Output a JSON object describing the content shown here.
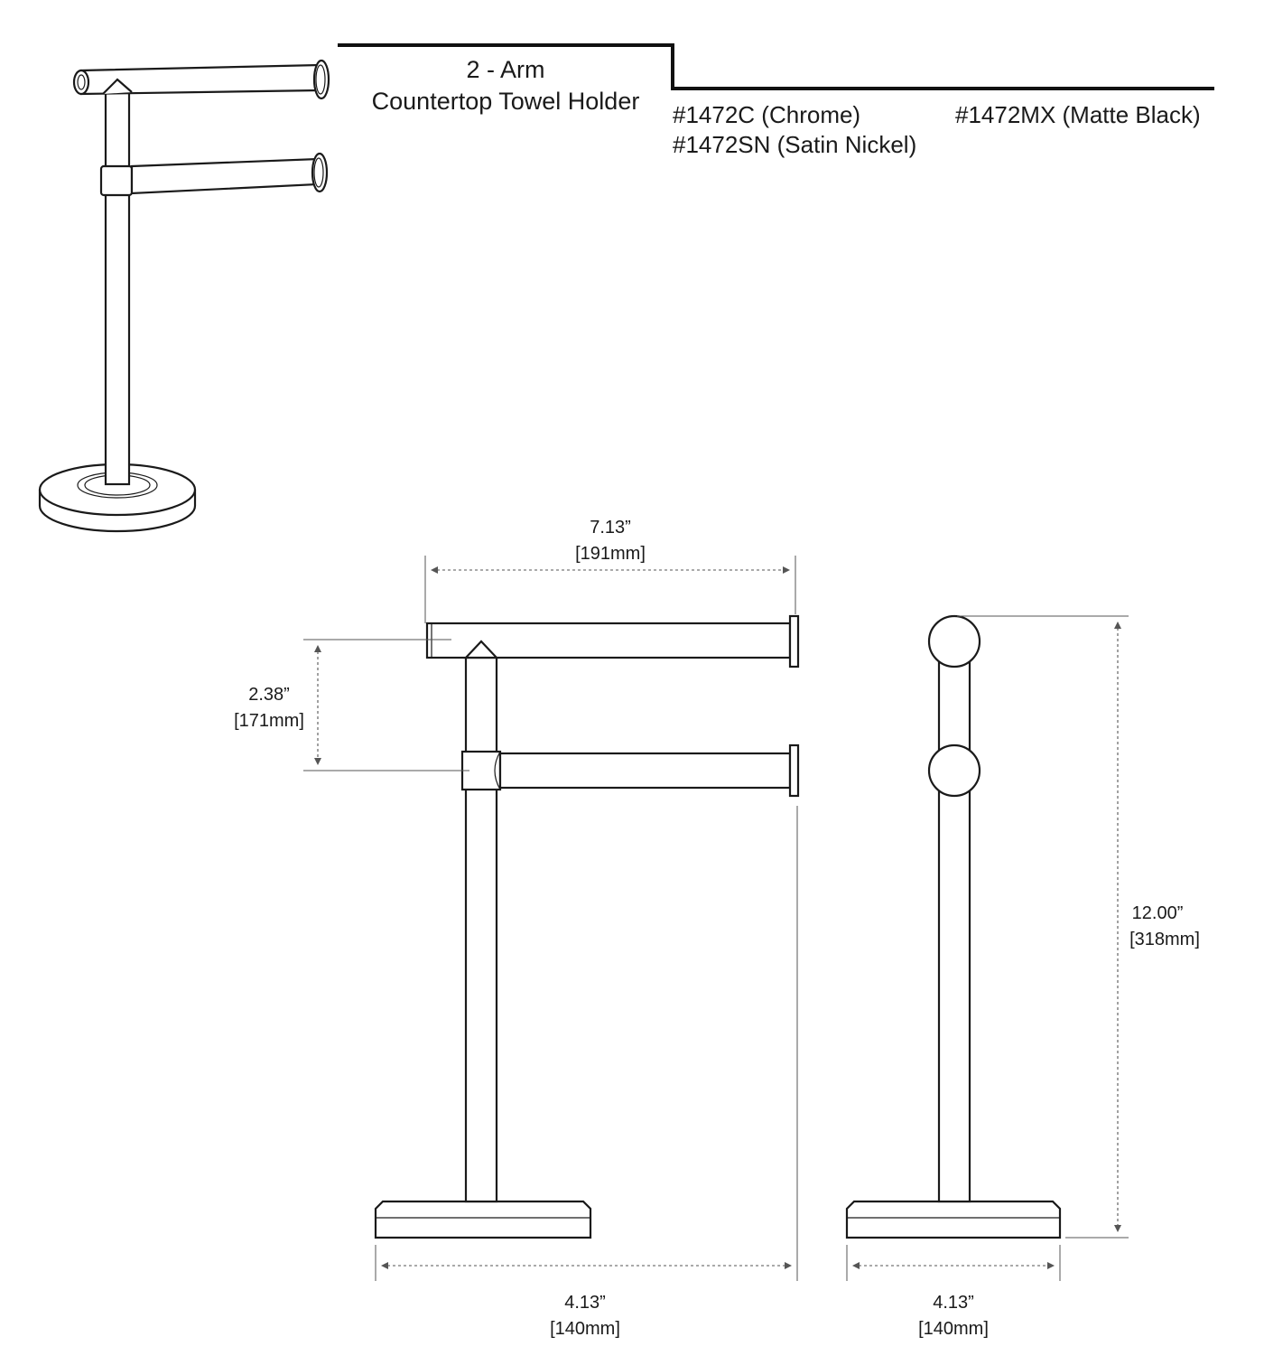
{
  "header": {
    "title_line1": "2 - Arm",
    "title_line2": "Countertop Towel Holder"
  },
  "models": [
    {
      "text": "#1472C (Chrome)"
    },
    {
      "text": "#1472MX (Matte Black)"
    },
    {
      "text": "#1472SN (Satin Nickel)"
    }
  ],
  "dimensions": {
    "arm_length": {
      "in": "7.13”",
      "mm": "[191mm]"
    },
    "arm_spacing": {
      "in": "2.38”",
      "mm": "[171mm]"
    },
    "height": {
      "in": "12.00”",
      "mm": "[318mm]"
    },
    "base_front": {
      "in": "4.13”",
      "mm": "[140mm]"
    },
    "base_side": {
      "in": "4.13”",
      "mm": "[140mm]"
    }
  }
}
